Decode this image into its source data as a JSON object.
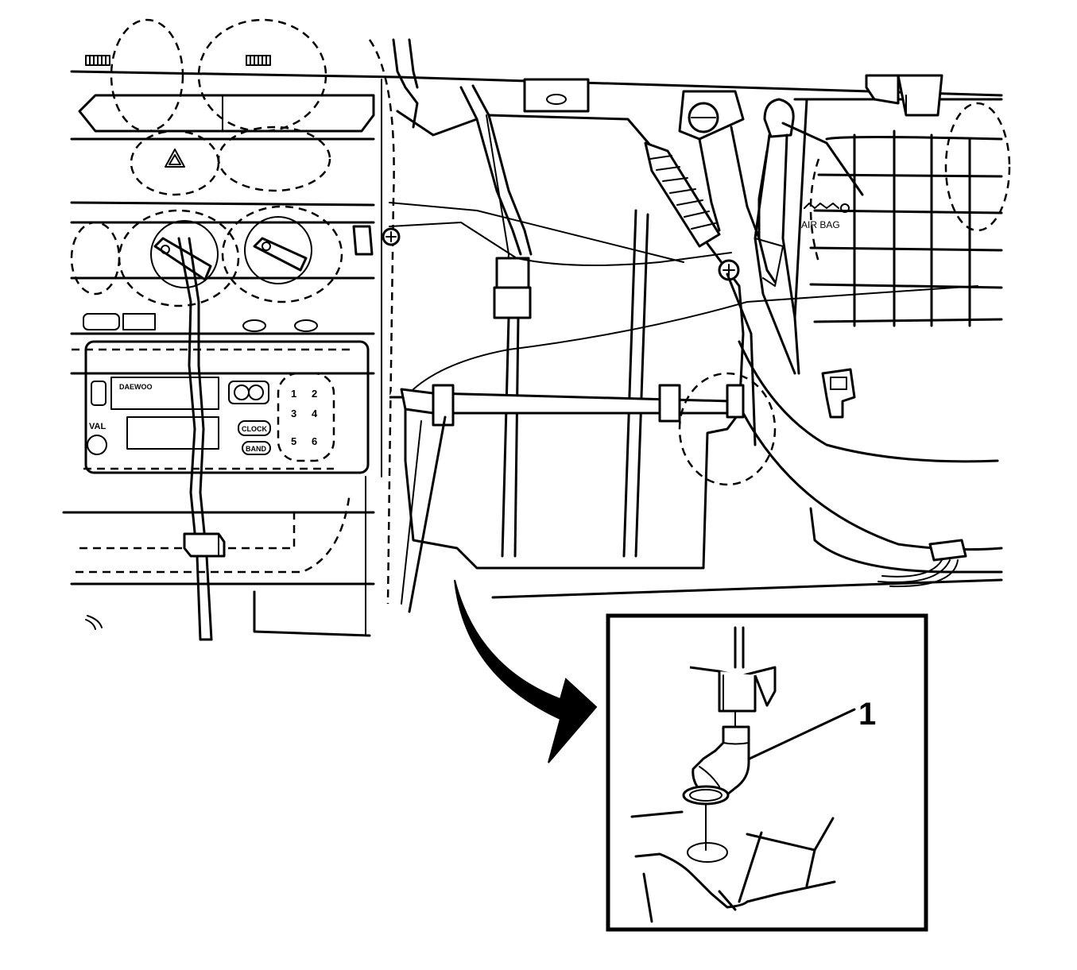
{
  "diagram": {
    "panel_labels": {
      "brand": "DAEWOO",
      "volume": "VAL",
      "clock": "CLOCK",
      "band": "BAND",
      "presets": [
        "1",
        "2",
        "3",
        "4",
        "5",
        "6"
      ],
      "airbag": "AIR BAG"
    },
    "callouts": [
      {
        "id": "1",
        "label": "1"
      }
    ],
    "colors": {
      "ink": "#000000",
      "paper": "#ffffff"
    }
  }
}
